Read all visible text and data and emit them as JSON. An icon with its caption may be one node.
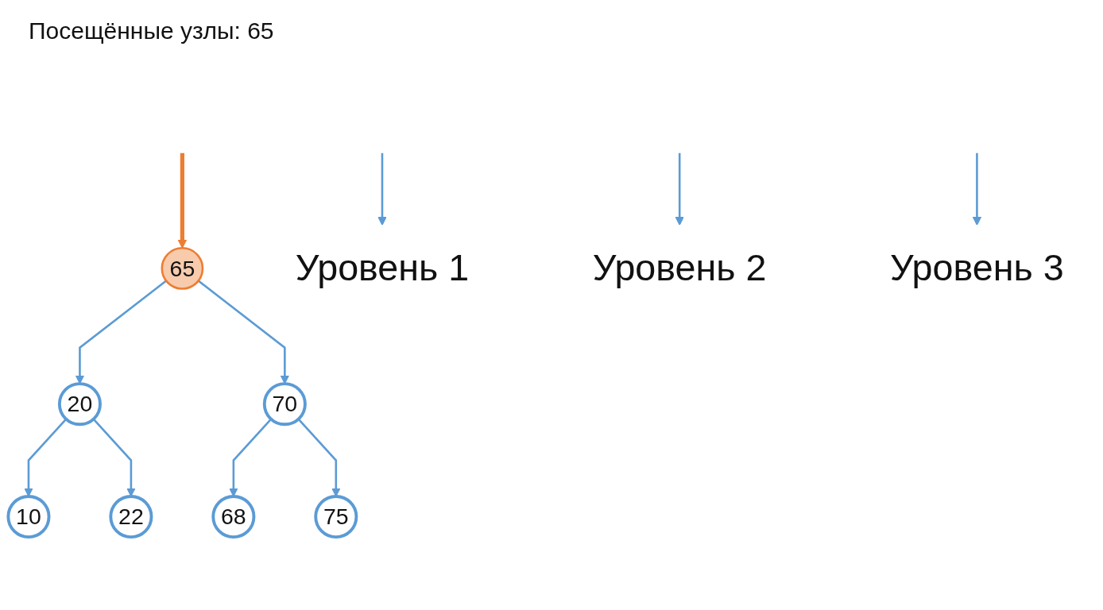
{
  "diagram": {
    "title": "Посещённые узлы: 65",
    "nodes": [
      {
        "text": [
          "65"
        ]
      },
      {
        "text": [
          "Уровень 1"
        ]
      },
      {
        "text": [
          "20"
        ]
      },
      {
        "text": [
          "70"
        ]
      },
      {
        "text": [
          "Уровень 2"
        ]
      },
      {
        "text": [
          "10"
        ]
      },
      {
        "text": [
          "22"
        ]
      },
      {
        "text": [
          "68"
        ]
      },
      {
        "text": [
          "75"
        ]
      },
      {
        "text": [
          "Уровень 3"
        ]
      }
    ],
    "edges": [
      {
        "from": null,
        "to": 0,
        "arrow": "to",
        "style": "thick",
        "color": "#ed7d31"
      },
      {
        "from": null,
        "to": 1,
        "arrow": "to"
      },
      {
        "from": 0,
        "to": 2,
        "arrow": "to"
      },
      {
        "from": 0,
        "to": 3,
        "arrow": "to"
      },
      {
        "from": null,
        "to": 4,
        "arrow": "to"
      },
      {
        "from": 2,
        "to": 5,
        "arrow": "to"
      },
      {
        "from": 2,
        "to": 6,
        "arrow": "to"
      },
      {
        "from": 3,
        "to": 7,
        "arrow": "to"
      },
      {
        "from": 3,
        "to": 8,
        "arrow": "to"
      },
      {
        "from": null,
        "to": 9,
        "arrow": "to"
      }
    ]
  }
}
